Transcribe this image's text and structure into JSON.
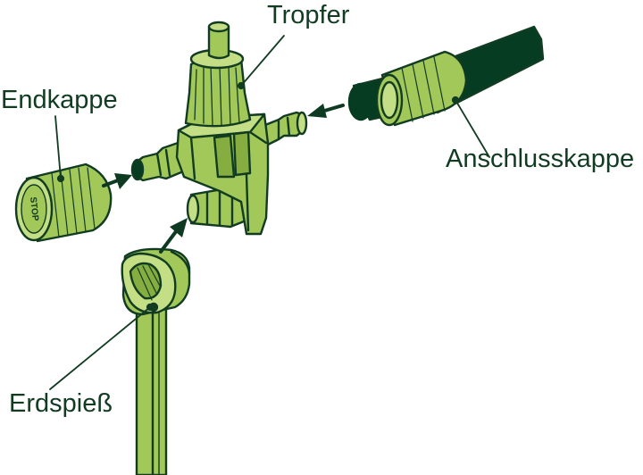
{
  "labels": {
    "dripper": "Tropfer",
    "end_cap": "Endkappe",
    "connection_cap": "Anschlusskappe",
    "ground_spike": "Erdspieß"
  },
  "colors": {
    "part_fill": "#a3c85a",
    "part_shade": "#86ad3f",
    "part_light": "#c4de86",
    "tube_dark": "#063d22",
    "outline": "#123c22",
    "label_text": "#123c22",
    "arrow": "#0f3a22",
    "background": "#ffffff"
  }
}
